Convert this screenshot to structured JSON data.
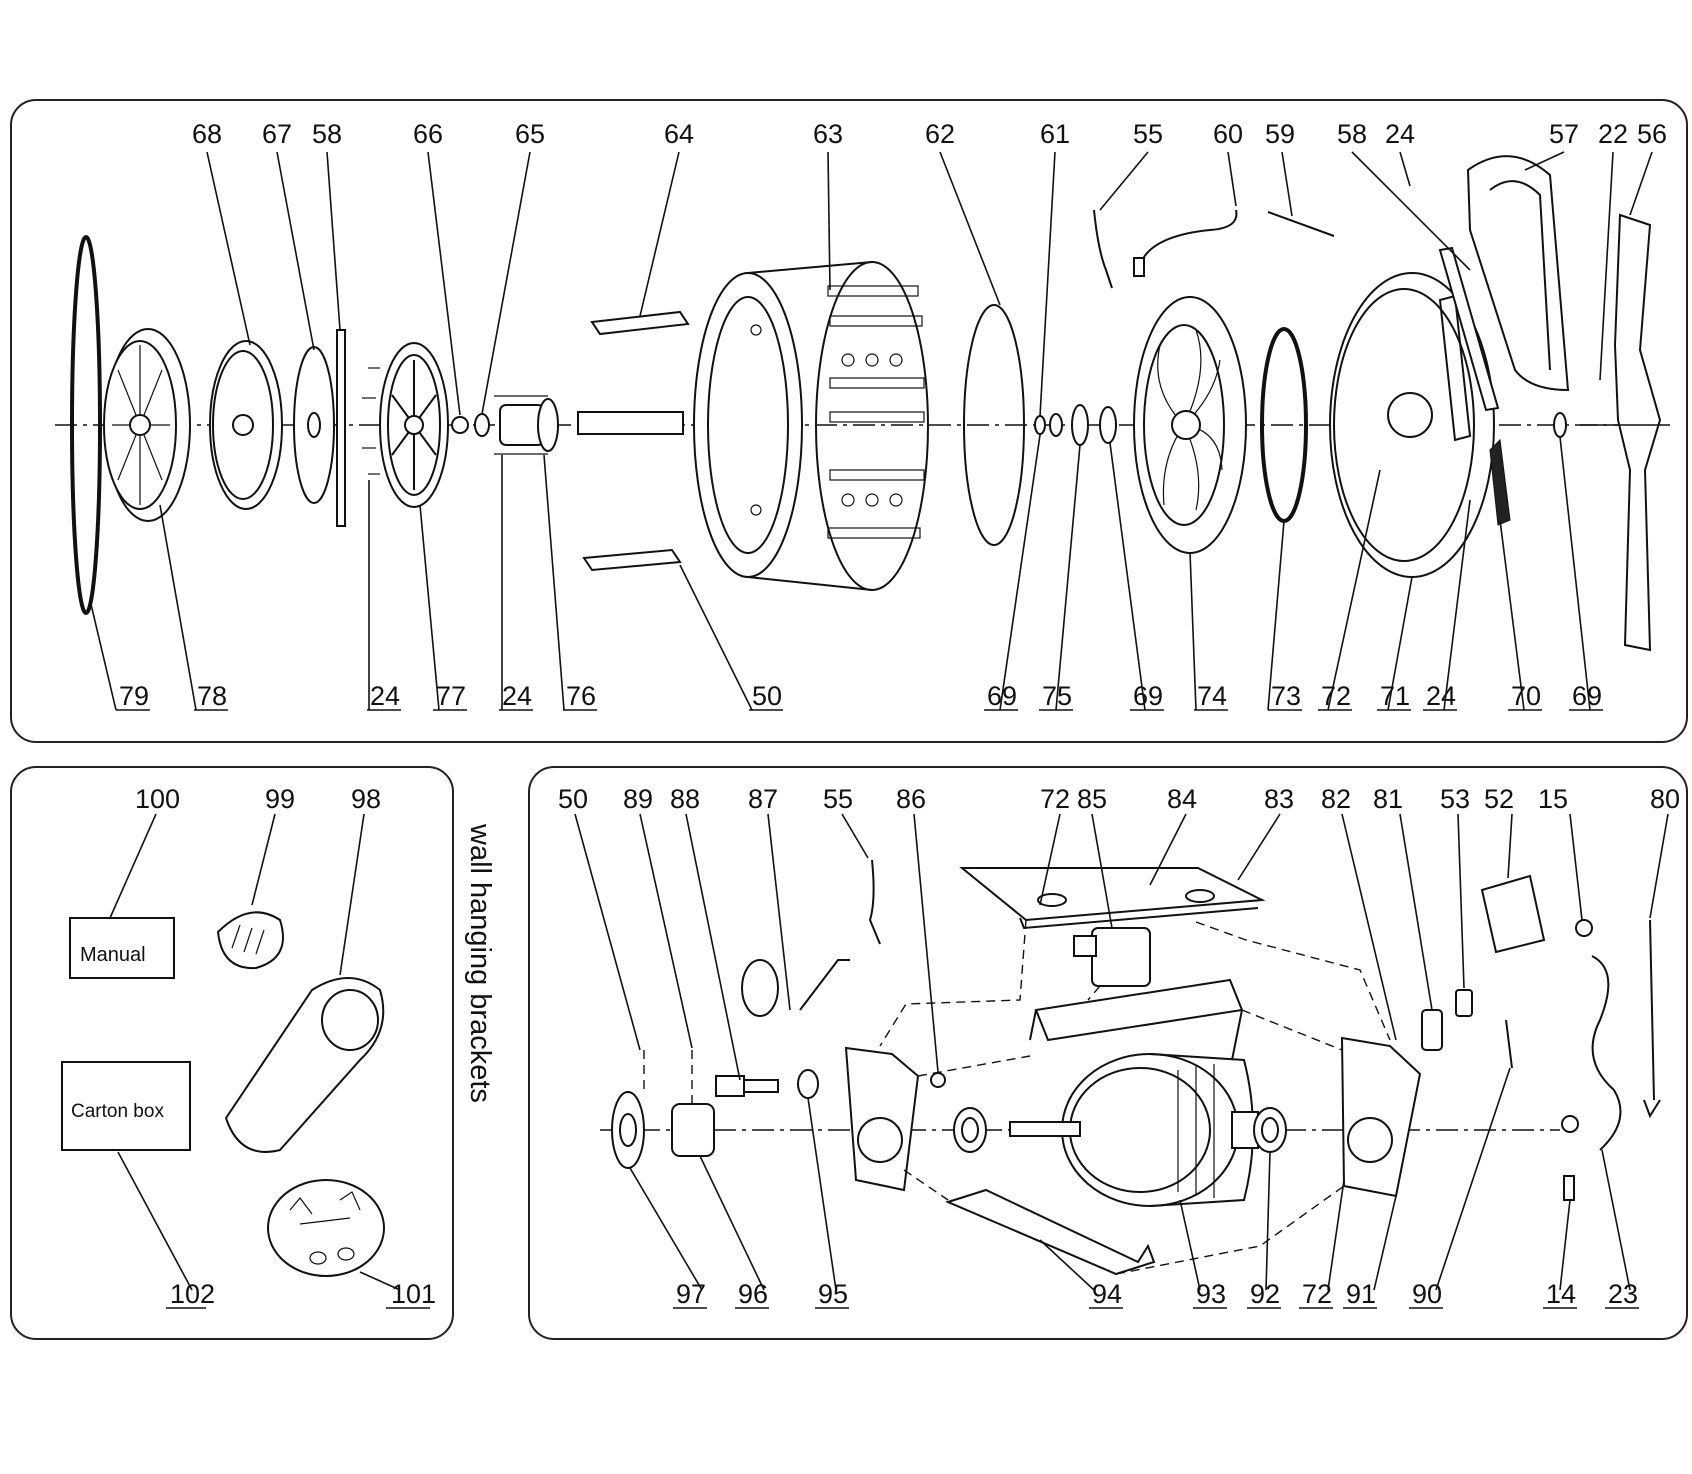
{
  "top_panel": {
    "callouts_top": [
      "68",
      "67",
      "58",
      "66",
      "65",
      "64",
      "63",
      "62",
      "61",
      "55",
      "60",
      "59",
      "58",
      "24",
      "57",
      "22",
      "56"
    ],
    "callouts_bottom": [
      "79",
      "78",
      "24",
      "77",
      "24",
      "76",
      "50",
      "69",
      "75",
      "69",
      "74",
      "73",
      "72",
      "71",
      "24",
      "70",
      "69"
    ]
  },
  "accessories_panel": {
    "callouts_top": [
      "100",
      "99",
      "98"
    ],
    "callouts_bottom": [
      "102",
      "101"
    ],
    "manual_label": "Manual",
    "carton_label": "Carton box",
    "wall_brackets_label": "wall hanging brackets"
  },
  "motor_panel": {
    "callouts_top": [
      "50",
      "89",
      "88",
      "87",
      "55",
      "86",
      "72",
      "85",
      "84",
      "83",
      "82",
      "81",
      "53",
      "52",
      "15",
      "80"
    ],
    "callouts_bottom": [
      "97",
      "96",
      "95",
      "94",
      "93",
      "92",
      "72",
      "91",
      "90",
      "14",
      "23"
    ]
  }
}
